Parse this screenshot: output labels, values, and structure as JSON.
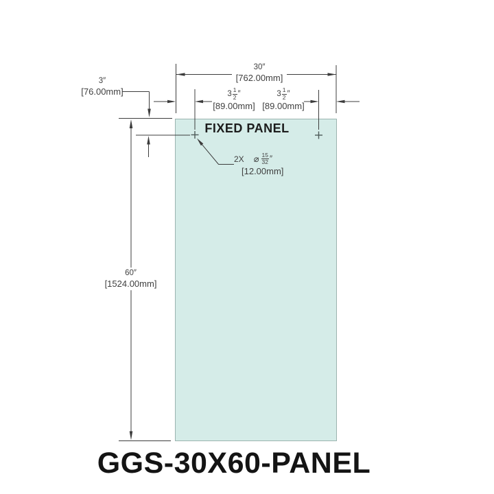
{
  "title": "GGS-30X60-PANEL",
  "panel": {
    "label": "FIXED PANEL"
  },
  "dims": {
    "width": {
      "in": "30″",
      "mm": "[762.00mm]"
    },
    "height": {
      "in": "60″",
      "mm": "[1524.00mm]"
    },
    "edge_offset": {
      "in": "3″",
      "mm": "[76.00mm]"
    },
    "hole_left": {
      "whole": "3",
      "num": "1",
      "den": "2",
      "unit": "″",
      "mm": "[89.00mm]"
    },
    "hole_right": {
      "whole": "3",
      "num": "1",
      "den": "2",
      "unit": "″",
      "mm": "[89.00mm]"
    },
    "hole_callout": {
      "qty": "2X",
      "symbol": "⌀",
      "num": "15",
      "den": "32",
      "unit": "″",
      "mm": "[12.00mm]"
    }
  },
  "colors": {
    "panel_fill": "#d5ece8",
    "panel_border": "#9bb3af",
    "line": "#3c3c3c",
    "text": "#3f3f3f",
    "title": "#141414",
    "hole_cross": "#4d5a58"
  }
}
